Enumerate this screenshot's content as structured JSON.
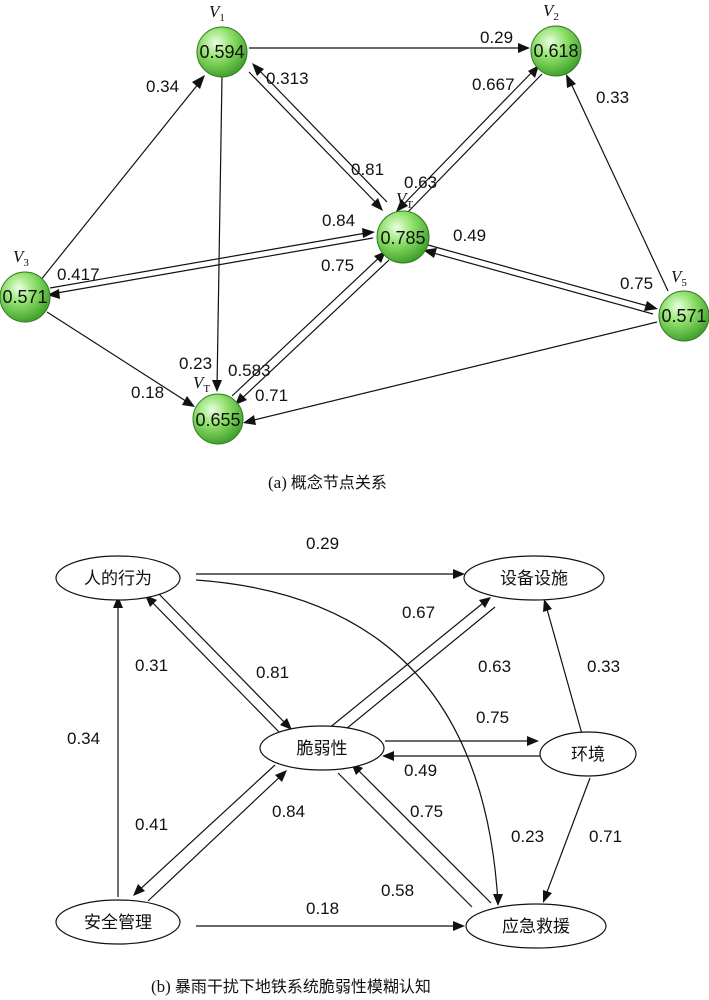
{
  "diagram_a": {
    "caption_prefix": "(a)",
    "caption_text": "概念节点关系",
    "nodes": {
      "v1": {
        "label": "V",
        "sub": "1",
        "value": "0.594"
      },
      "v2": {
        "label": "V",
        "sub": "2",
        "value": "0.618"
      },
      "v3": {
        "label": "V",
        "sub": "3",
        "value": "0.571"
      },
      "vt": {
        "label": "V",
        "sub": "T",
        "value": "0.785"
      },
      "v4": {
        "label": "V",
        "sub": "T",
        "value": "0.655"
      },
      "v5": {
        "label": "V",
        "sub": "5",
        "value": "0.571"
      }
    },
    "edges": {
      "v1_v2": "0.29",
      "v3_v1": "0.34",
      "vt_v1": "0.313",
      "v1_vt": "0.81",
      "v2_vt": "0.63",
      "vt_v2": "0.667",
      "v5_v2": "0.33",
      "v3_vt": "0.84",
      "vt_v3": "0.417",
      "vt_v5": "0.49",
      "v5_vt": "0.75",
      "v4_vt": "0.75",
      "vt_v4": "0.583",
      "v1_v4": "0.23",
      "v3_v4": "0.18",
      "v5_v4": "0.71"
    }
  },
  "diagram_b": {
    "caption_prefix": "(b)",
    "caption_text": "暴雨干扰下地铁系统脆弱性模糊认知",
    "nodes": {
      "human": "人的行为",
      "equip": "设备设施",
      "vuln": "脆弱性",
      "env": "环境",
      "safety": "安全管理",
      "rescue": "应急救援"
    },
    "edges": {
      "human_equip": "0.29",
      "vuln_human": "0.31",
      "human_vuln": "0.81",
      "safety_human": "0.34",
      "vuln_equip": "0.67",
      "equip_vuln": "0.63",
      "env_equip": "0.33",
      "vuln_env": "0.75",
      "env_vuln": "0.49",
      "vuln_safety": "0.41",
      "safety_vuln": "0.84",
      "rescue_vuln": "0.75",
      "human_rescue": "0.23",
      "vuln_rescue": "0.58",
      "safety_rescue": "0.18",
      "env_rescue": "0.71"
    }
  }
}
